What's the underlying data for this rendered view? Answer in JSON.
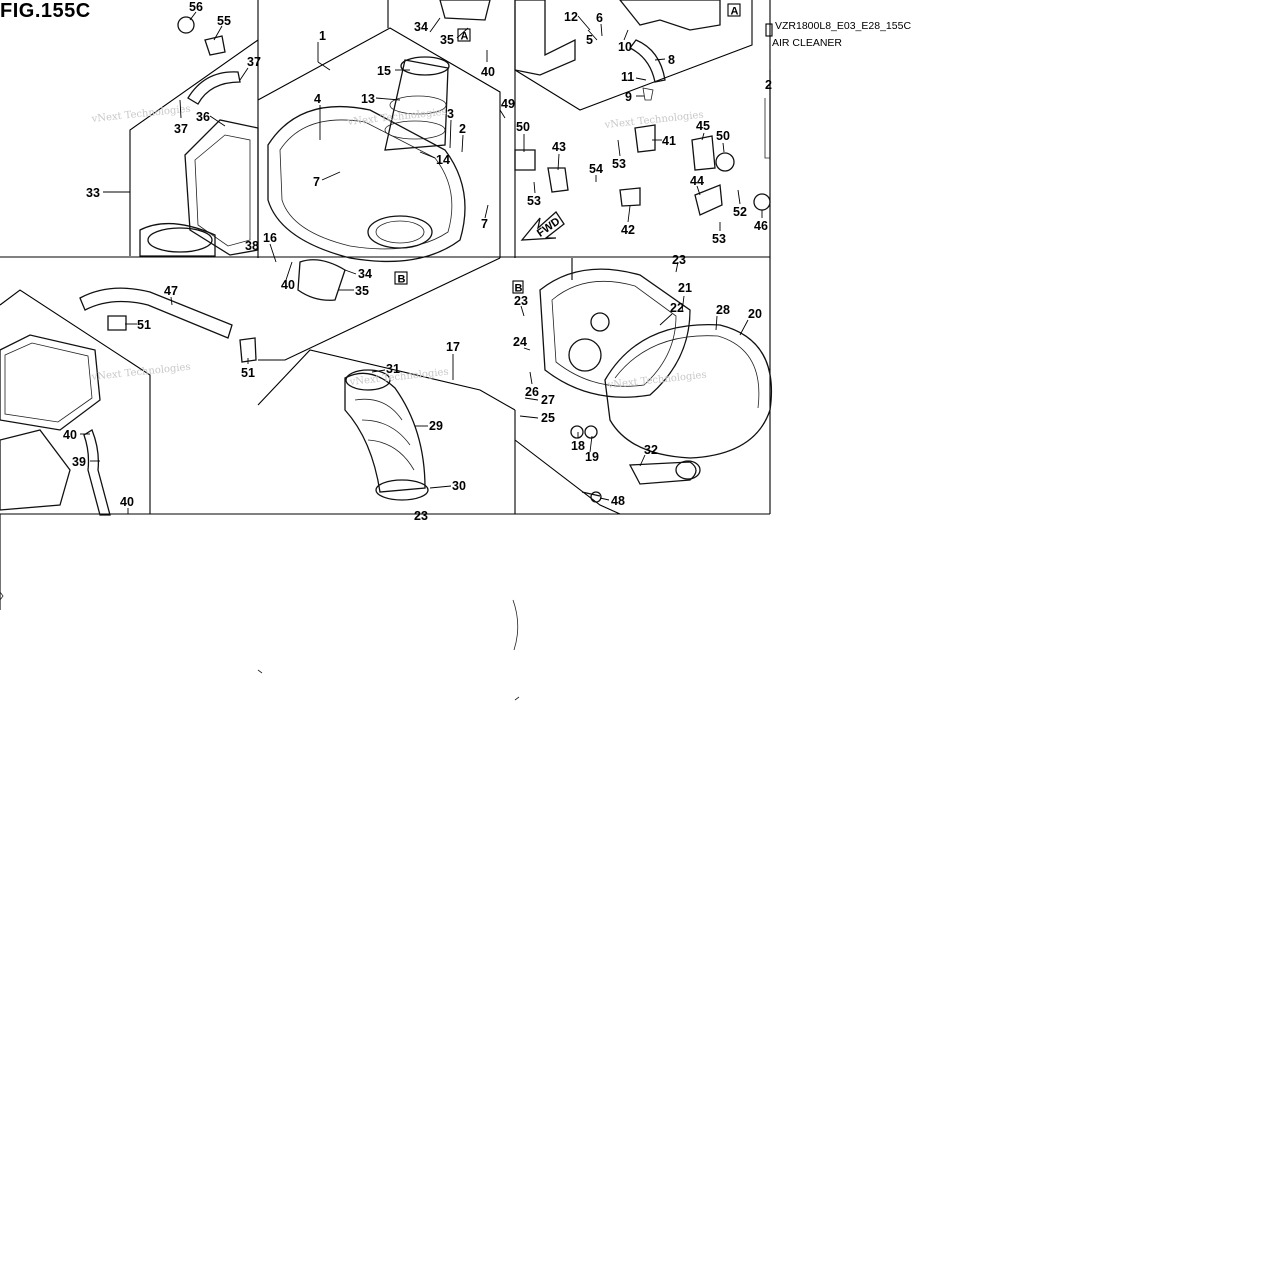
{
  "figure": {
    "title": "FIG.155C",
    "model_code": "VZR1800L8_E03_E28_155C",
    "caption": "AIR CLEANER",
    "watermark": "vNext Technologies"
  },
  "direction_arrow": {
    "label": "FWD"
  },
  "reference_boxes": [
    {
      "id": "ref-a-top-left",
      "label": "A"
    },
    {
      "id": "ref-a-top-right",
      "label": "A"
    },
    {
      "id": "ref-b-center",
      "label": "B"
    },
    {
      "id": "ref-b-right",
      "label": "B"
    }
  ],
  "callouts": [
    {
      "id": "c56",
      "label": "56"
    },
    {
      "id": "c55",
      "label": "55"
    },
    {
      "id": "c1",
      "label": "1"
    },
    {
      "id": "c37a",
      "label": "37"
    },
    {
      "id": "c37b",
      "label": "37"
    },
    {
      "id": "c36",
      "label": "36"
    },
    {
      "id": "c15",
      "label": "15"
    },
    {
      "id": "c4",
      "label": "4"
    },
    {
      "id": "c13",
      "label": "13"
    },
    {
      "id": "c3",
      "label": "3"
    },
    {
      "id": "c2",
      "label": "2"
    },
    {
      "id": "c49",
      "label": "49"
    },
    {
      "id": "c14",
      "label": "14"
    },
    {
      "id": "c7a",
      "label": "7"
    },
    {
      "id": "c7b",
      "label": "7"
    },
    {
      "id": "c33",
      "label": "33"
    },
    {
      "id": "c16",
      "label": "16"
    },
    {
      "id": "c38",
      "label": "38"
    },
    {
      "id": "c40a",
      "label": "40"
    },
    {
      "id": "c34a",
      "label": "34"
    },
    {
      "id": "c35a",
      "label": "35"
    },
    {
      "id": "c34b",
      "label": "34"
    },
    {
      "id": "c35b",
      "label": "35"
    },
    {
      "id": "c40b",
      "label": "40"
    },
    {
      "id": "c12",
      "label": "12"
    },
    {
      "id": "c6",
      "label": "6"
    },
    {
      "id": "c5",
      "label": "5"
    },
    {
      "id": "c10",
      "label": "10"
    },
    {
      "id": "c8",
      "label": "8"
    },
    {
      "id": "c11",
      "label": "11"
    },
    {
      "id": "c9",
      "label": "9"
    },
    {
      "id": "c50a",
      "label": "50"
    },
    {
      "id": "c43",
      "label": "43"
    },
    {
      "id": "c45",
      "label": "45"
    },
    {
      "id": "c50b",
      "label": "50"
    },
    {
      "id": "c41",
      "label": "41"
    },
    {
      "id": "c53a",
      "label": "53"
    },
    {
      "id": "c54",
      "label": "54"
    },
    {
      "id": "c53b",
      "label": "53"
    },
    {
      "id": "c44",
      "label": "44"
    },
    {
      "id": "c52",
      "label": "52"
    },
    {
      "id": "c46",
      "label": "46"
    },
    {
      "id": "c42",
      "label": "42"
    },
    {
      "id": "c53c",
      "label": "53"
    },
    {
      "id": "c47",
      "label": "47"
    },
    {
      "id": "c51a",
      "label": "51"
    },
    {
      "id": "c51b",
      "label": "51"
    },
    {
      "id": "c17",
      "label": "17"
    },
    {
      "id": "c31",
      "label": "31"
    },
    {
      "id": "c29",
      "label": "29"
    },
    {
      "id": "c30",
      "label": "30"
    },
    {
      "id": "c40c",
      "label": "40"
    },
    {
      "id": "c39",
      "label": "39"
    },
    {
      "id": "c40d",
      "label": "40"
    },
    {
      "id": "c23a",
      "label": "23"
    },
    {
      "id": "c23b",
      "label": "23"
    },
    {
      "id": "c23c",
      "label": "23"
    },
    {
      "id": "c21",
      "label": "21"
    },
    {
      "id": "c22",
      "label": "22"
    },
    {
      "id": "c28",
      "label": "28"
    },
    {
      "id": "c20",
      "label": "20"
    },
    {
      "id": "c24",
      "label": "24"
    },
    {
      "id": "c26",
      "label": "26"
    },
    {
      "id": "c27",
      "label": "27"
    },
    {
      "id": "c25",
      "label": "25"
    },
    {
      "id": "c18",
      "label": "18"
    },
    {
      "id": "c19",
      "label": "19"
    },
    {
      "id": "c32",
      "label": "32"
    },
    {
      "id": "c48",
      "label": "48"
    },
    {
      "id": "c2r",
      "label": "2"
    }
  ]
}
